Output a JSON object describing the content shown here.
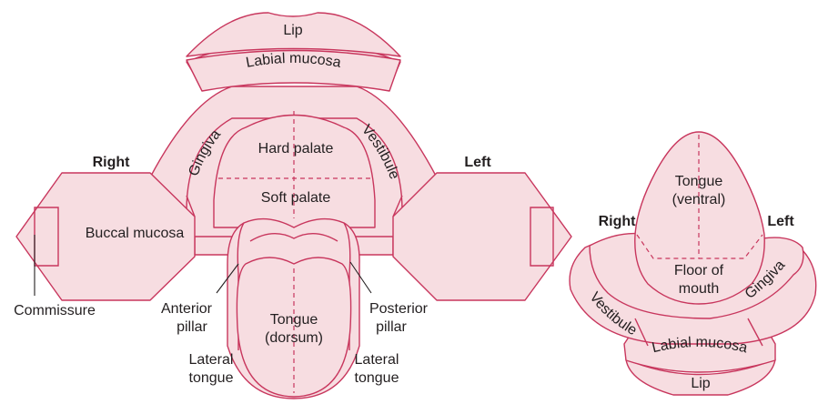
{
  "colors": {
    "fill": "#f7dde1",
    "stroke": "#c8365d",
    "text": "#231f20"
  },
  "main": {
    "lip": "Lip",
    "labial_mucosa": "Labial mucosa",
    "gingiva": "Gingiva",
    "vestibule": "Vestibule",
    "hard_palate": "Hard palate",
    "soft_palate": "Soft palate",
    "right": "Right",
    "left": "Left",
    "buccal_mucosa": "Buccal mucosa",
    "commissure": "Commissure",
    "anterior_pillar_1": "Anterior",
    "anterior_pillar_2": "pillar",
    "posterior_pillar_1": "Posterior",
    "posterior_pillar_2": "pillar",
    "tongue_1": "Tongue",
    "tongue_2": "(dorsum)",
    "lateral_left_1": "Lateral",
    "lateral_left_2": "tongue",
    "lateral_right_1": "Lateral",
    "lateral_right_2": "tongue"
  },
  "floor": {
    "tongue_1": "Tongue",
    "tongue_2": "(ventral)",
    "right": "Right",
    "left": "Left",
    "floor_1": "Floor of",
    "floor_2": "mouth",
    "gingiva": "Gingiva",
    "vestibule": "Vestibule",
    "labial_mucosa": "Labial mucosa",
    "lip": "Lip"
  }
}
